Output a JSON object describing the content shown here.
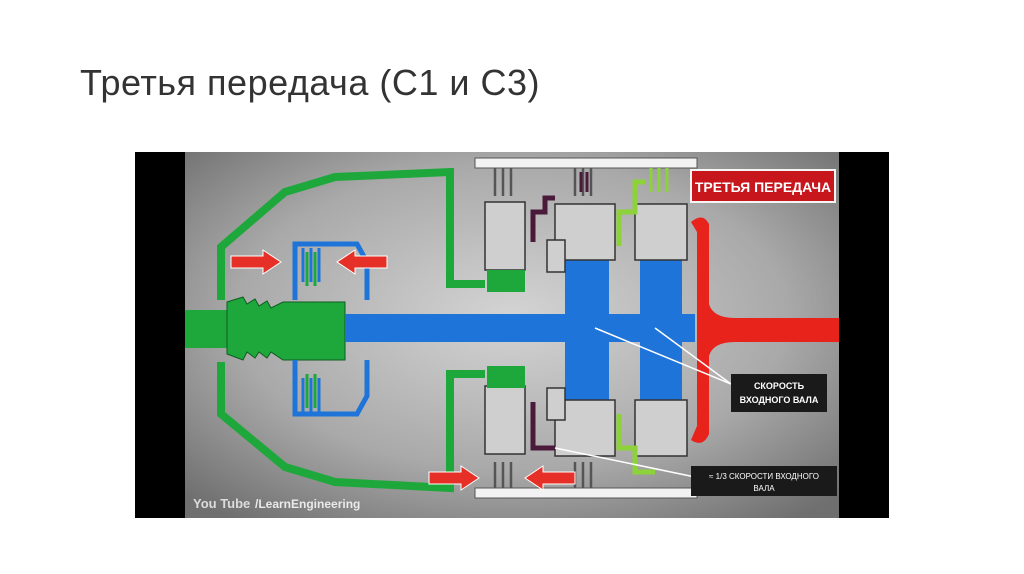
{
  "slide": {
    "title": "Третья передача (С1 и С3)"
  },
  "video": {
    "badge_text": "ТРЕТЬЯ ПЕРЕДАЧА",
    "label_input_speed_line1": "СКОРОСТЬ",
    "label_input_speed_line2": "ВХОДНОГО ВАЛА",
    "label_third_speed_line1": "≈ 1/3 СКОРОСТИ ВХОДНОГО",
    "label_third_speed_line2": "ВАЛА",
    "watermark_youtube_logo_text": "You Tube",
    "watermark_channel": "/LearnEngineering",
    "colors": {
      "input_green": "#1ea83c",
      "shaft_blue": "#1e74d8",
      "output_red": "#e8231c",
      "badge_red": "#c8161d",
      "arrow_red": "#e63027",
      "clutch_purple": "#4a1a3a",
      "lime": "#8ed23a",
      "background_gray": "#a6a6a6"
    }
  }
}
